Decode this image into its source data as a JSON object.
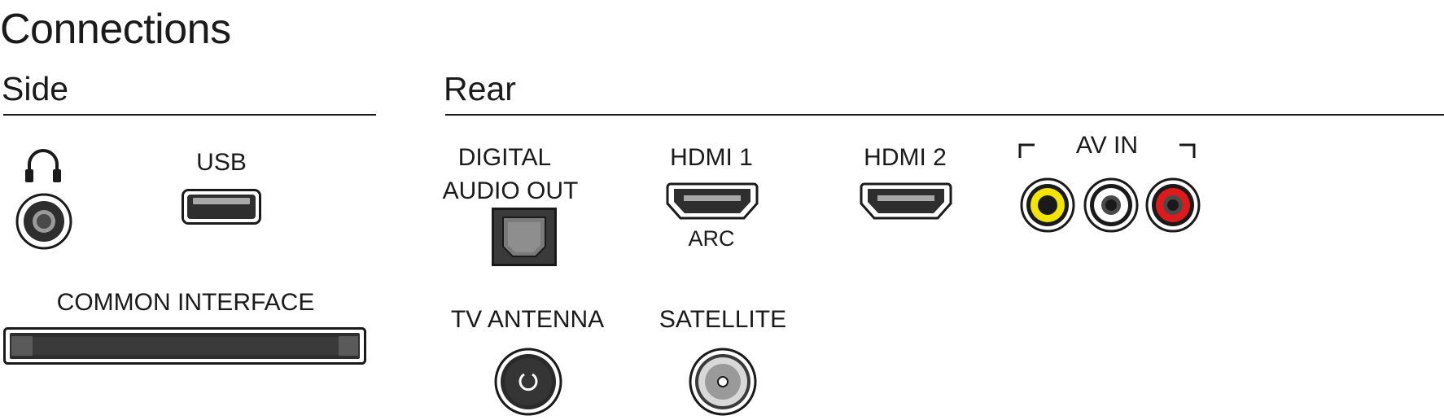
{
  "title": "Connections",
  "side": {
    "heading": "Side",
    "usb_label": "USB",
    "ci_label": "COMMON INTERFACE"
  },
  "rear": {
    "heading": "Rear",
    "digital_label_line1": "DIGITAL",
    "digital_label_line2": "AUDIO OUT",
    "hdmi1_label": "HDMI 1",
    "hdmi1_sublabel": "ARC",
    "hdmi2_label": "HDMI 2",
    "avin_label": "AV IN",
    "antenna_label": "TV ANTENNA",
    "satellite_label": "SATELLITE"
  },
  "icons": {
    "headphones": "headphones-icon",
    "av_colors": {
      "video": "#f2e600",
      "audio_left": "#ffffff",
      "audio_right": "#e01a1a"
    }
  }
}
